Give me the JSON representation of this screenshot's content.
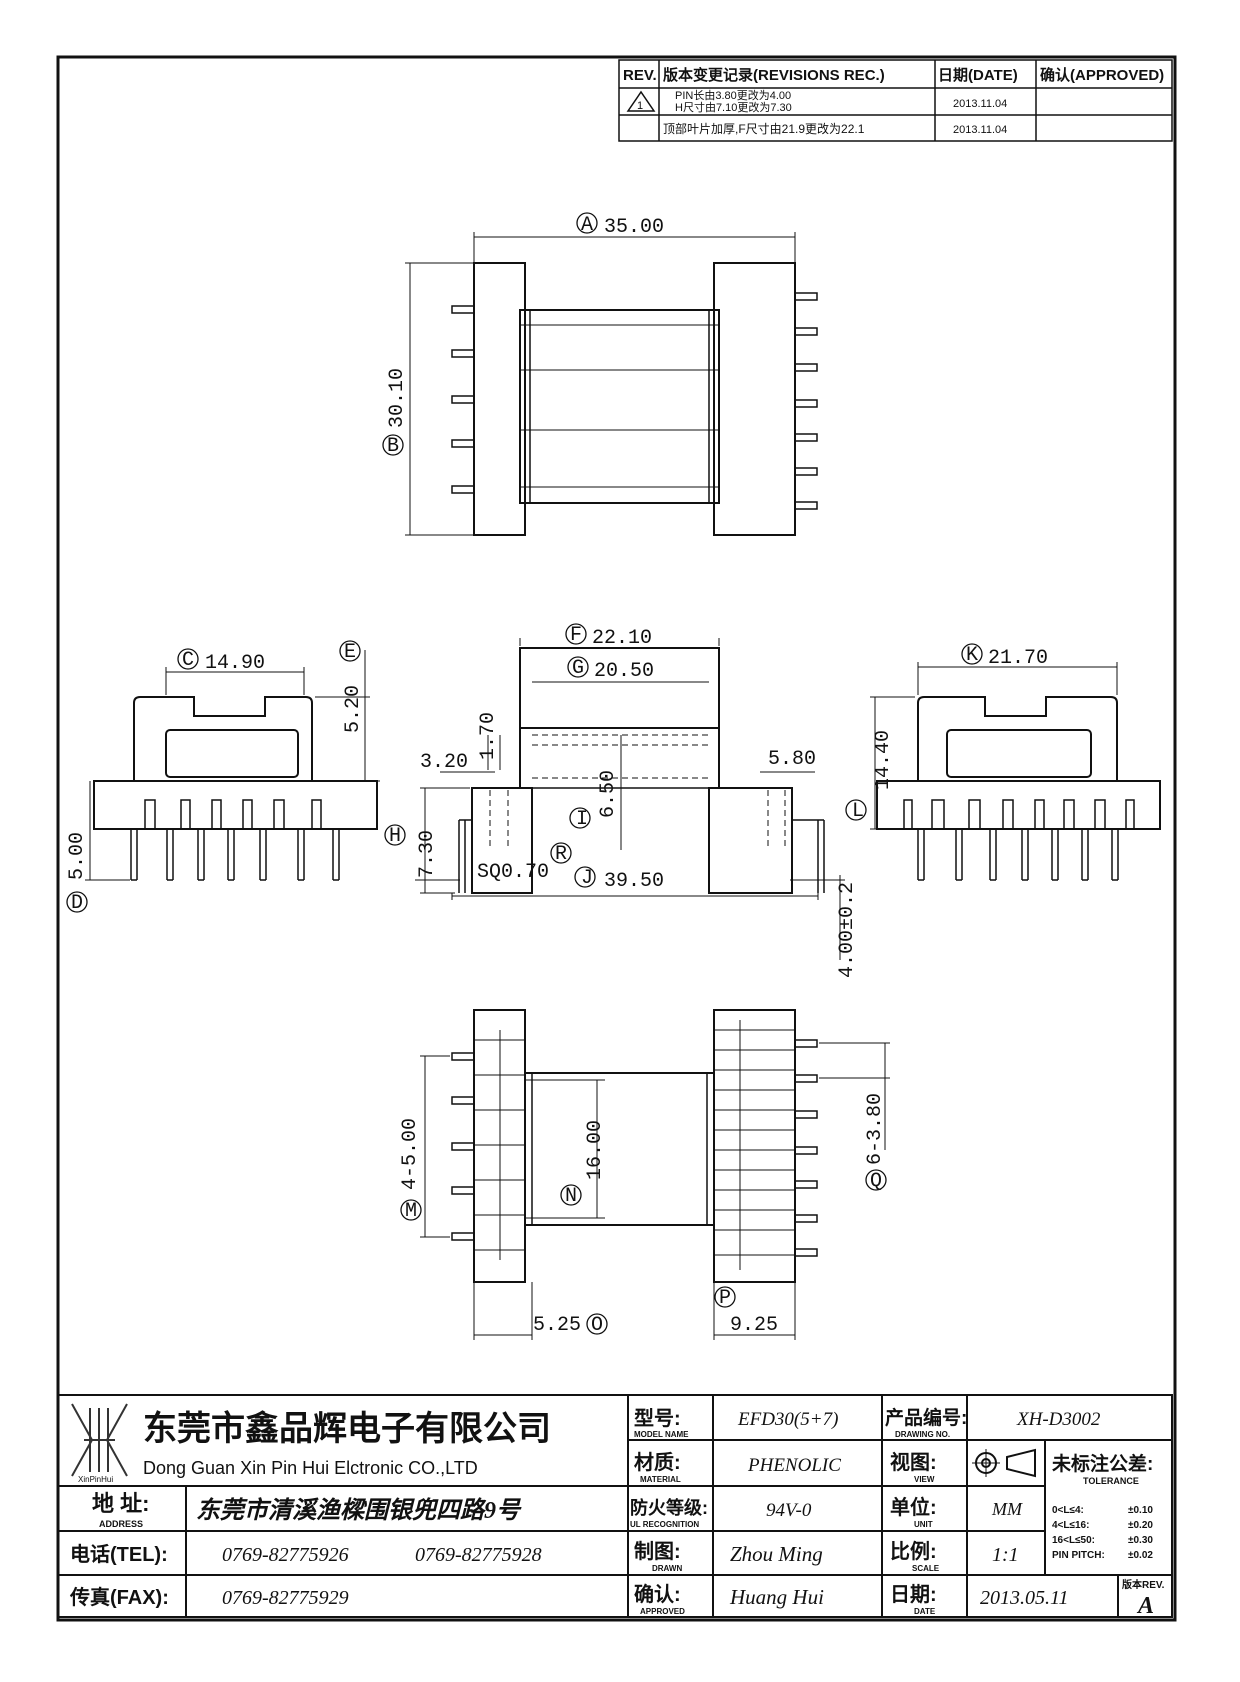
{
  "revisions": {
    "header": {
      "rev": "REV.",
      "record": "版本变更记录(REVISIONS REC.)",
      "date": "日期(DATE)",
      "approved": "确认(APPROVED)"
    },
    "rows": [
      {
        "rev_symbol": "1",
        "line1": "PIN长由3.80更改为4.00",
        "line2": "H尺寸由7.10更改为7.30",
        "date": "2013.11.04"
      },
      {
        "text": "顶部叶片加厚,F尺寸由21.9更改为22.1",
        "date": "2013.11.04"
      }
    ]
  },
  "dimensions": {
    "A": {
      "mark": "A",
      "value": "35.00"
    },
    "B": {
      "mark": "B",
      "value": "30.10"
    },
    "C": {
      "mark": "C",
      "value": "14.90"
    },
    "D": {
      "mark": "D",
      "value": "5.00"
    },
    "E": {
      "mark": "E",
      "value": "5.20"
    },
    "F": {
      "mark": "F",
      "value": "22.10"
    },
    "G": {
      "mark": "G",
      "value": "20.50"
    },
    "H": {
      "mark": "H",
      "value": "7.30"
    },
    "I": {
      "mark": "I",
      "value": "6.50"
    },
    "J": {
      "mark": "J",
      "value": "39.50"
    },
    "K": {
      "mark": "K",
      "value": "21.70"
    },
    "L": {
      "mark": "L",
      "value": "14.40"
    },
    "M": {
      "mark": "M",
      "value": "4-5.00"
    },
    "N": {
      "mark": "N",
      "value": "16.00"
    },
    "O": {
      "mark": "O",
      "value": "5.25"
    },
    "P": {
      "mark": "P",
      "value": "9.25"
    },
    "Q": {
      "mark": "Q",
      "value": "6-3.80"
    },
    "R": {
      "mark": "R",
      "value": "SQ0.70"
    },
    "extra": {
      "d320": "3.20",
      "d170": "1.70",
      "d580": "5.80",
      "pin_len": "4.00±0.2"
    }
  },
  "title_block": {
    "company_cn": "东莞市鑫品辉电子有限公司",
    "company_en": "Dong Guan Xin Pin Hui Elctronic CO.,LTD",
    "logo_text": "XinPinHui",
    "address_label": "地 址:",
    "address_label_en": "ADDRESS",
    "address": "东莞市清溪渔樑围银兜四路9号",
    "tel_label": "电话(TEL):",
    "tel1": "0769-82775926",
    "tel2": "0769-82775928",
    "fax_label": "传真(FAX):",
    "fax": "0769-82775929",
    "model_label": "型号:",
    "model_label_en": "MODEL NAME",
    "model": "EFD30(5+7)",
    "material_label": "材质:",
    "material_label_en": "MATERIAL",
    "material": "PHENOLIC",
    "ul_label": "防火等级:",
    "ul_label_en": "UL RECOGNITION",
    "ul": "94V-0",
    "drawn_label": "制图:",
    "drawn_label_en": "DRAWN",
    "drawn": "Zhou Ming",
    "approved_label": "确认:",
    "approved_label_en": "APPROVED",
    "approved": "Huang Hui",
    "drawing_no_label": "产品编号:",
    "drawing_no_label_en": "DRAWING NO.",
    "drawing_no": "XH-D3002",
    "view_label": "视图:",
    "view_label_en": "VIEW",
    "unit_label": "单位:",
    "unit_label_en": "UNIT",
    "unit": "MM",
    "scale_label": "比例:",
    "scale_label_en": "SCALE",
    "scale": "1:1",
    "date_label": "日期:",
    "date_label_en": "DATE",
    "date": "2013.05.11",
    "tolerance_label": "未标注公差:",
    "tolerance_label_en": "TOLERANCE",
    "tolerances": [
      {
        "range": "0<L≤4:",
        "value": "±0.10"
      },
      {
        "range": "4<L≤16:",
        "value": "±0.20"
      },
      {
        "range": "16<L≤50:",
        "value": "±0.30"
      },
      {
        "range": "PIN PITCH:",
        "value": "±0.02"
      }
    ],
    "rev_label": "版本REV.",
    "rev": "A"
  }
}
